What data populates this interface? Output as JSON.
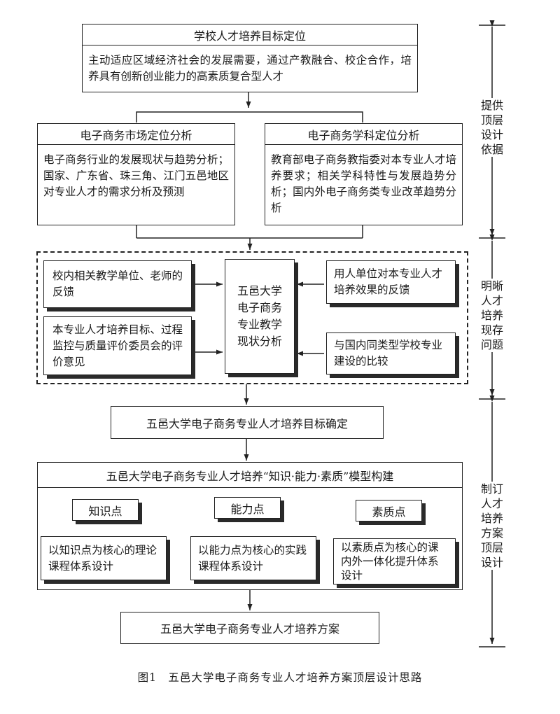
{
  "goal_box": {
    "title": "学校人才培养目标定位",
    "text": "主动适应区域经济社会的发展需要，通过产教融合、校企合作，培养具有创新创业能力的高素质复合型人才"
  },
  "market_box": {
    "title": "电子商务市场定位分析",
    "text": "电子商务行业的发展现状与趋势分析；国家、广东省、珠三角、江门五邑地区对专业人才的需求分析及预测"
  },
  "discipline_box": {
    "title": "电子商务学科定位分析",
    "text": "教育部电子商务教指委对本专业人才培养要求；相关学科特性与发展趋势分析；国内外电子商务类专业改革趋势分析"
  },
  "status": {
    "center": "五邑大学电子商务专业教学现状分析",
    "left_top": "校内相关教学单位、老师的反馈",
    "left_bottom": "本专业人才培养目标、过程监控与质量评价委员会的评价意见",
    "right_top": "用人单位对本专业人才培养效果的反馈",
    "right_bottom": "与国内同类型学校专业建设的比较"
  },
  "target_box": "五邑大学电子商务专业人才培养目标确定",
  "model_box": {
    "title": "五邑大学电子商务专业人才培养“知识·能力·素质”模型构建",
    "knowledge": "知识点",
    "ability": "能力点",
    "quality": "素质点",
    "knowledge_design": "以知识点为核心的理论课程体系设计",
    "ability_design": "以能力点为核心的实践课程体系设计",
    "quality_design": "以素质点为核心的课内外一体化提升体系设计"
  },
  "plan_box": "五邑大学电子商务专业人才培养方案",
  "side_labels": {
    "top": "提供顶层设计依据",
    "middle": "明晰人才培养现存问题",
    "bottom": "制订人才培养方案顶层设计"
  },
  "caption": "图1　五邑大学电子商务专业人才培养方案顶层设计思路"
}
